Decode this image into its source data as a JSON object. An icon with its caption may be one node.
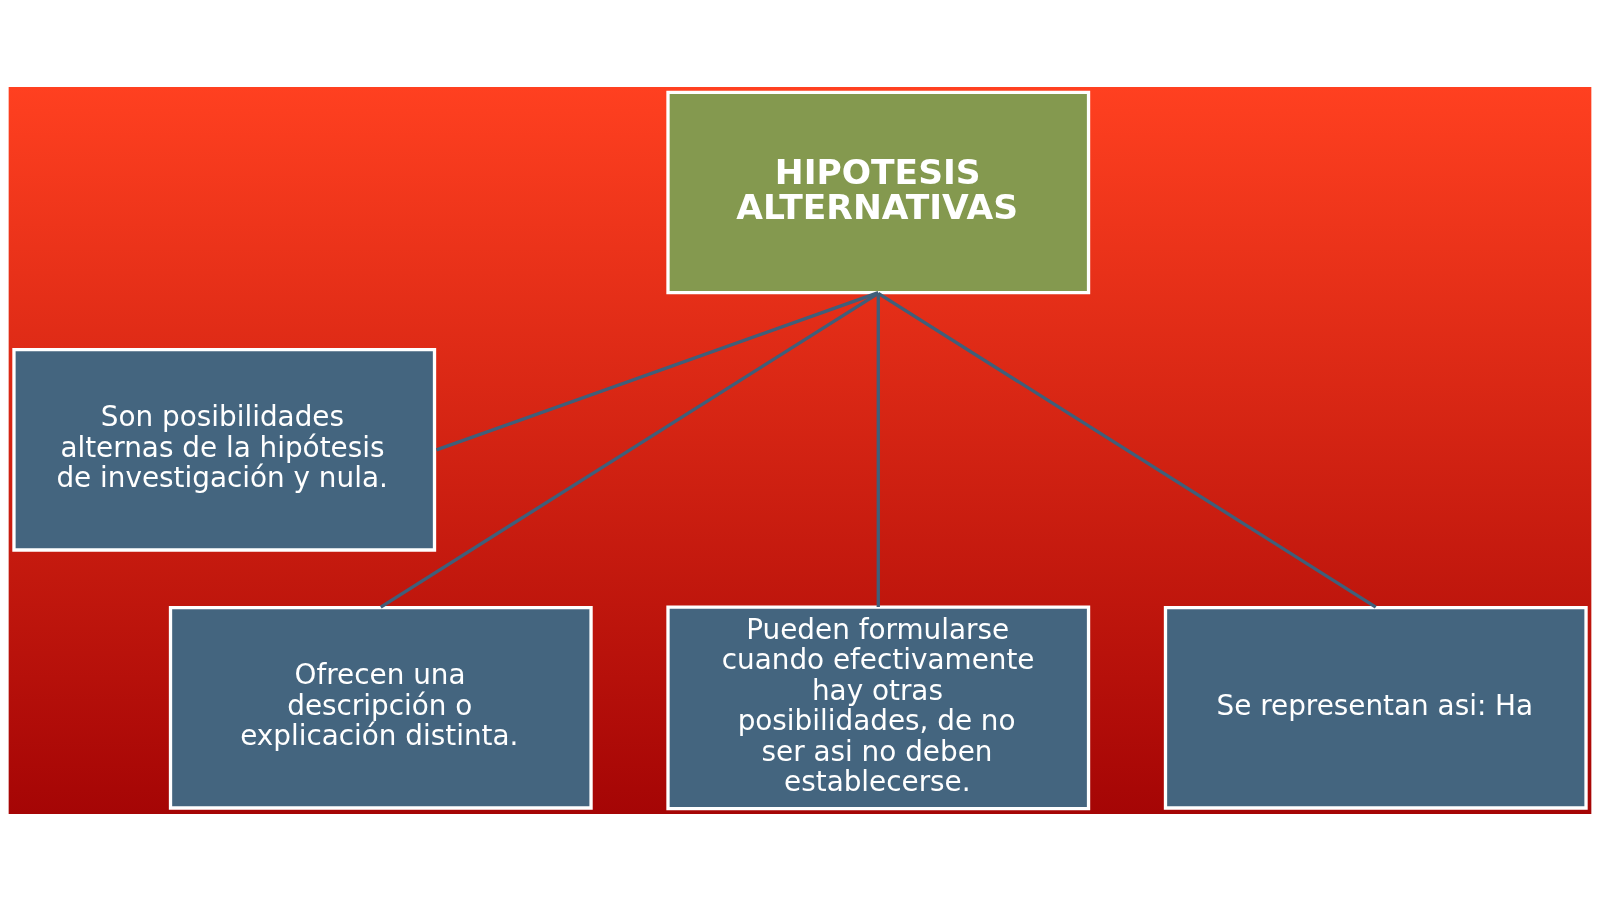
{
  "diagram": {
    "nodes": [
      {
        "text": [
          "HIPOTESIS ALTERNATIVAS"
        ]
      },
      {
        "text": [
          "Son posibilidades alternas de la hipótesis de investigación y nula."
        ]
      },
      {
        "text": [
          "Ofrecen una descripción o explicación distinta."
        ]
      },
      {
        "text": [
          "Pueden formularse cuando efectivamente hay otras posibilidades, de no ser asi no deben establecerse."
        ]
      },
      {
        "text": [
          "Se representan asi: Ha"
        ]
      }
    ],
    "edges": [
      {
        "from": 0,
        "to": 1,
        "arrow": "none"
      },
      {
        "from": 0,
        "to": 2,
        "arrow": "none"
      },
      {
        "from": 0,
        "to": 3,
        "arrow": "none"
      },
      {
        "from": 0,
        "to": 4,
        "arrow": "none"
      }
    ]
  }
}
